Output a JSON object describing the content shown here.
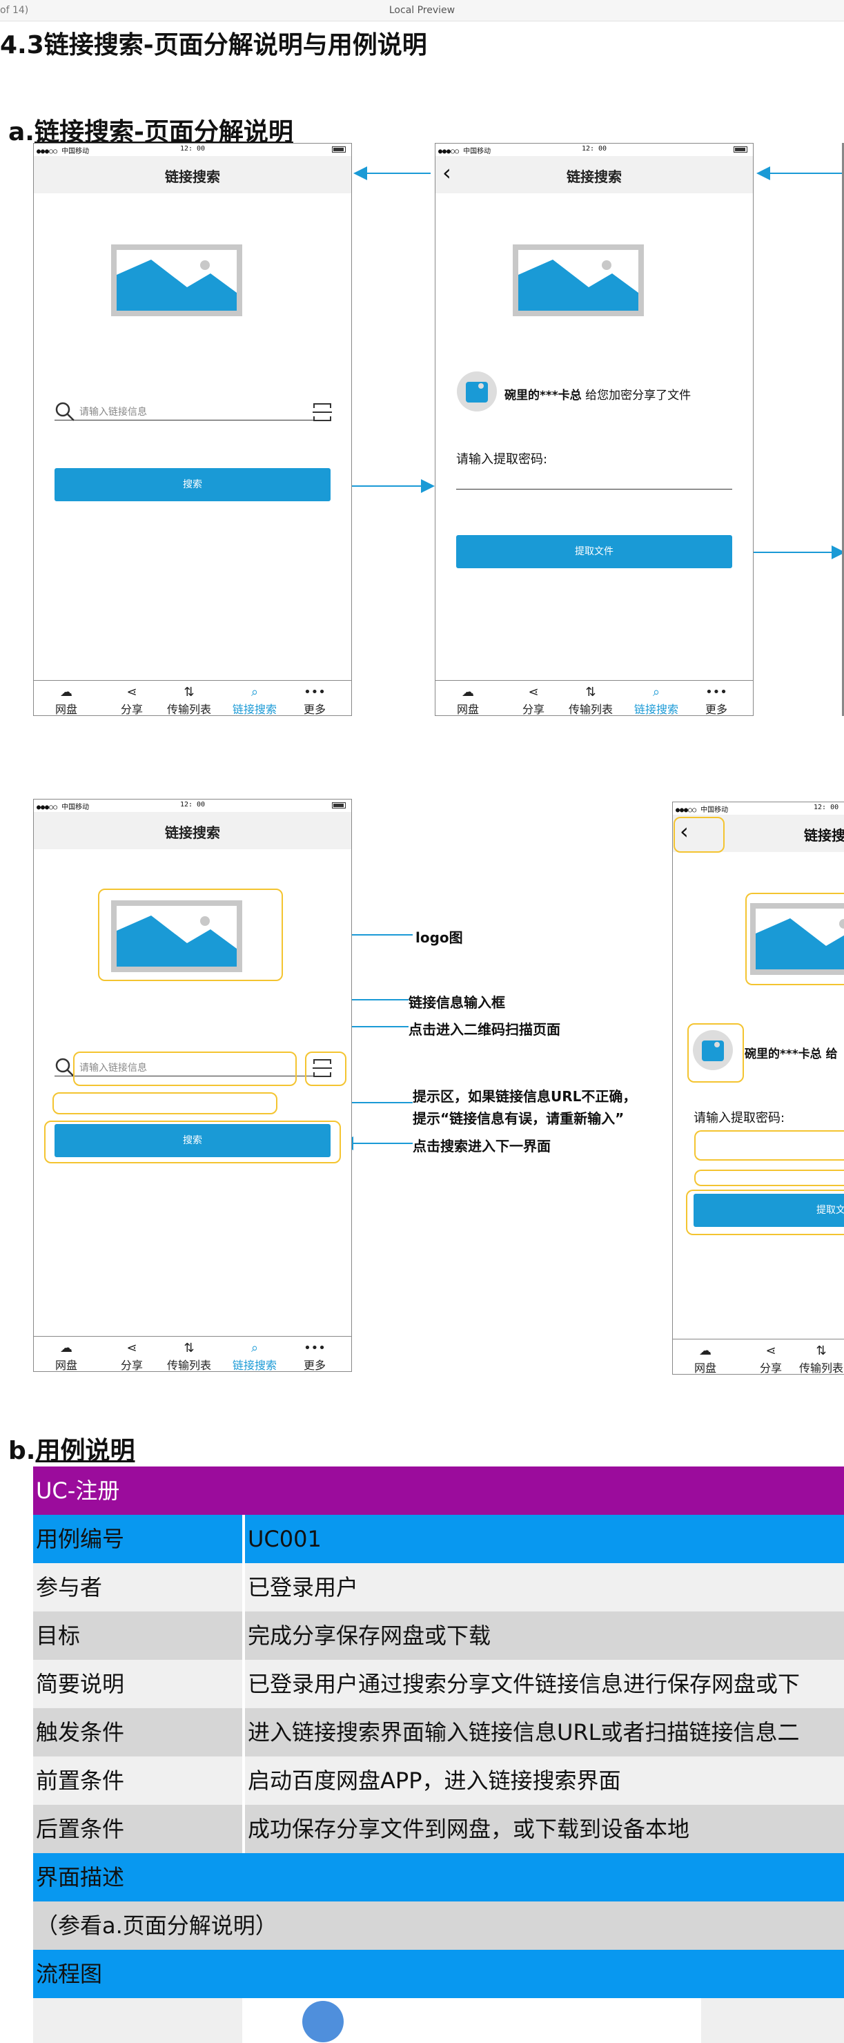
{
  "viewer": {
    "page_counter": "of 14)",
    "title": "Local Preview"
  },
  "doc": {
    "heading_num": "4.3",
    "heading": "链接搜索-页面分解说明与用例说明",
    "section_a_num": "a.",
    "section_a": "链接搜索-页面分解说明",
    "section_b_num": "b.",
    "section_b": "用例说明"
  },
  "phone": {
    "carrier": "●●●○○ 中国移动",
    "time": "12: 00",
    "title": "链接搜索",
    "search_placeholder": "请输入链接信息",
    "search_button": "搜索",
    "sharer_name": "碗里的***卡总",
    "share_text": "给您加密分享了文件",
    "sharer_short": "碗里的***卡总 给",
    "password_label": "请输入提取密码:",
    "extract_button": "提取文件",
    "extract_button_short": "提取文",
    "tabs": [
      "网盘",
      "分享",
      "传输列表",
      "链接搜索",
      "更多"
    ],
    "tab_icons": [
      "cloud-icon",
      "share-icon",
      "transfer-icon",
      "search-icon",
      "more-icon"
    ],
    "active_tab": 3
  },
  "annotations": {
    "logo": "logo图",
    "link_input": "链接信息输入框",
    "qr_scan": "点击进入二维码扫描页面",
    "hint_line1": "提示区，如果链接信息URL不正确，",
    "hint_line2": "提示“链接信息有误，请重新输入”",
    "search_next": "点击搜索进入下一界面"
  },
  "use_case": {
    "title": "UC-注册",
    "rows": [
      {
        "key": "用例编号",
        "value": "UC001"
      },
      {
        "key": "参与者",
        "value": "已登录用户"
      },
      {
        "key": "目标",
        "value": "完成分享保存网盘或下载"
      },
      {
        "key": "简要说明",
        "value": "已登录用户通过搜索分享文件链接信息进行保存网盘或下"
      },
      {
        "key": "触发条件",
        "value": "进入链接搜索界面输入链接信息URL或者扫描链接信息二"
      },
      {
        "key": "前置条件",
        "value": "启动百度网盘APP，进入链接搜索界面"
      },
      {
        "key": "后置条件",
        "value": "成功保存分享文件到网盘，或下载到设备本地"
      }
    ],
    "ui_desc_label": "界面描述",
    "ui_desc_value": "（参看a.页面分解说明）",
    "flow_label": "流程图"
  },
  "colors": {
    "accent": "#1a9ad6",
    "purple": "#9b0c9c",
    "bright_blue": "#0898f0",
    "yellow": "#f4c430"
  }
}
